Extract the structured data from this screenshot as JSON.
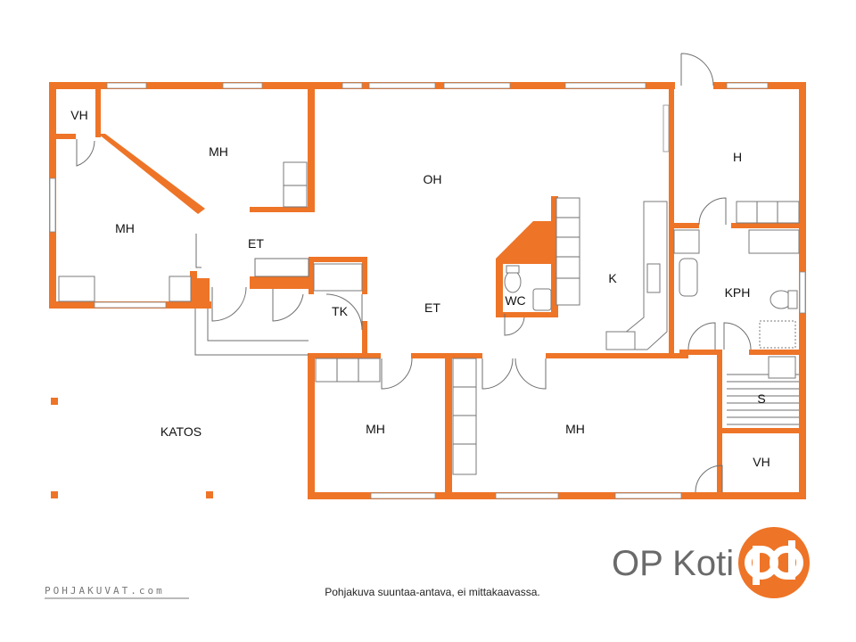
{
  "plan": {
    "rooms": {
      "vh_top": "VH",
      "mh_top": "MH",
      "mh_left": "MH",
      "oh": "OH",
      "et_upper": "ET",
      "et_lower": "ET",
      "tk": "TK",
      "wc": "WC",
      "k": "K",
      "h": "H",
      "kph": "KPH",
      "s": "S",
      "vh_bottom": "VH",
      "mh_bottom_left": "MH",
      "mh_bottom_right": "MH",
      "katos": "KATOS"
    }
  },
  "footer": {
    "caption": "Pohjakuva suuntaa-antava, ei mittakaavassa.",
    "watermark": "POHJAKUVAT.com"
  },
  "brand": {
    "name": "OP Koti",
    "color": "#ee7427",
    "logo": "op-logo-icon"
  }
}
